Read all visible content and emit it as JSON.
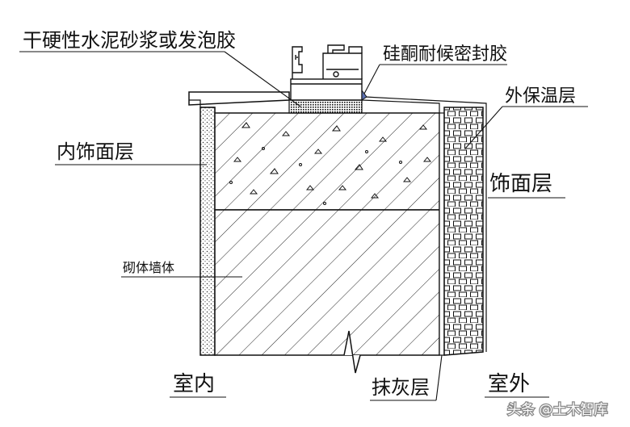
{
  "labels": {
    "mortar": "干硬性水泥砂浆或发泡胶",
    "sealant": "硅酮耐候密封胶",
    "outer_insulation": "外保温层",
    "inner_finish": "内饰面层",
    "finish": "饰面层",
    "masonry_wall": "砌体墙体",
    "indoor": "室内",
    "plaster": "抹灰层",
    "outdoor": "室外"
  },
  "watermark": {
    "text": "头条 @土木智库"
  },
  "colors": {
    "line": "#111111",
    "background": "#ffffff",
    "sealant": "#5a6fb0"
  }
}
